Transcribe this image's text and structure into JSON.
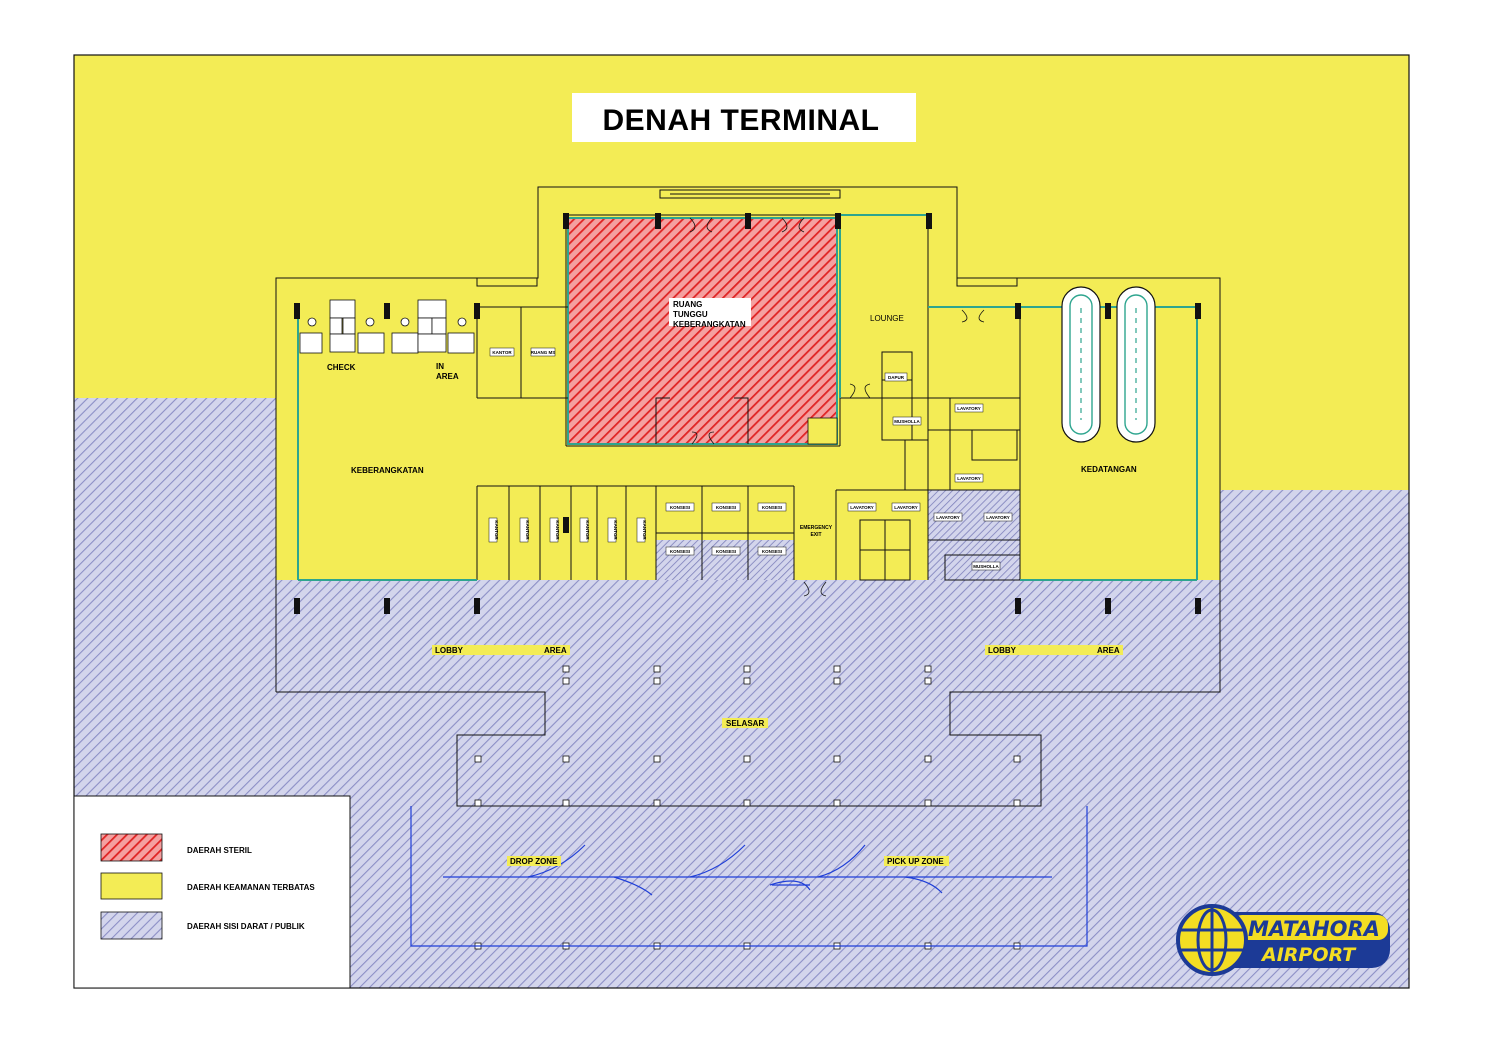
{
  "title": "DENAH TERMINAL",
  "colors": {
    "restricted": "#f3ec55",
    "sterile": "#e83a3a",
    "public_bg": "#c8cbe6",
    "public_hatch": "#8c8fc6",
    "wall": "#111111",
    "glass": "#2ea58f",
    "route": "#1f3fd8",
    "logo_yellow": "#f3dd23",
    "logo_blue": "#1c3a96"
  },
  "rooms": {
    "ruang_tunggu": [
      "RUANG",
      "TUNGGU",
      "KEBERANGKATAN"
    ],
    "lounge": "LOUNGE",
    "check": "CHECK",
    "in_area": [
      "IN",
      "AREA"
    ],
    "keberangkatan": "KEBERANGKATAN",
    "kedatangan": "KEDATANGAN",
    "kantor": "KANTOR",
    "ruang_ms": "RUANG MS",
    "dapur": "DAPUR",
    "mushola": "MUSHOLLA",
    "lavatory": "LAVATORY",
    "konsesi": "KONSESI",
    "emergency_exit": [
      "EMERGENCY",
      "EXIT"
    ]
  },
  "areas": {
    "lobby_left": [
      "LOBBY",
      "AREA"
    ],
    "lobby_right": [
      "LOBBY",
      "AREA"
    ],
    "selasar": "SELASAR",
    "drop_zone": "DROP ZONE",
    "pick_up_zone": "PICK UP ZONE"
  },
  "legend": [
    {
      "label": "DAERAH STERIL",
      "fill": "sterile"
    },
    {
      "label": "DAERAH KEAMANAN TERBATAS",
      "fill": "restricted"
    },
    {
      "label": "DAERAH SISI DARAT / PUBLIK",
      "fill": "public"
    }
  ],
  "logo": {
    "line1": "MATAHORA",
    "line2": "AIRPORT"
  }
}
